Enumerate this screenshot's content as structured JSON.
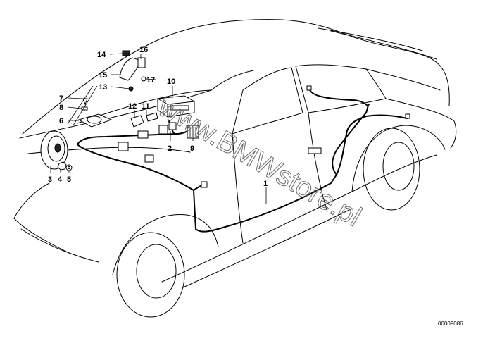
{
  "callouts": [
    {
      "id": "c1",
      "text": "1"
    },
    {
      "id": "c2",
      "text": "2"
    },
    {
      "id": "c3",
      "text": "3"
    },
    {
      "id": "c4",
      "text": "4"
    },
    {
      "id": "c5",
      "text": "5"
    },
    {
      "id": "c6",
      "text": "6"
    },
    {
      "id": "c7",
      "text": "7"
    },
    {
      "id": "c8",
      "text": "8"
    },
    {
      "id": "c9",
      "text": "9"
    },
    {
      "id": "c10",
      "text": "10"
    },
    {
      "id": "c11",
      "text": "11"
    },
    {
      "id": "c12",
      "text": "12"
    },
    {
      "id": "c13",
      "text": "13"
    },
    {
      "id": "c14",
      "text": "14"
    },
    {
      "id": "c15",
      "text": "15"
    },
    {
      "id": "c16",
      "text": "16"
    },
    {
      "id": "c17",
      "text": "17"
    }
  ],
  "watermark": "www.BMWstore.pl",
  "diagram_code": "00009086",
  "colors": {
    "line": "#000000",
    "watermark": "#6b6b6b",
    "background": "#ffffff"
  }
}
